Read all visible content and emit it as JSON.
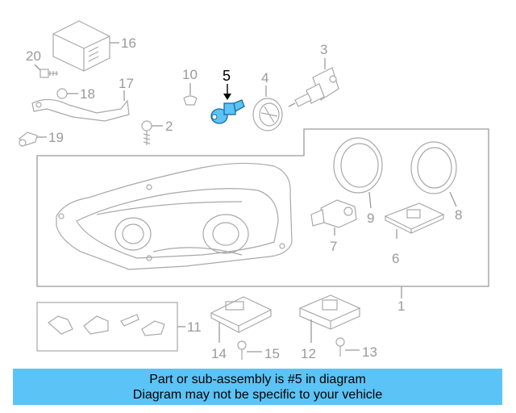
{
  "callouts": {
    "c1": "1",
    "c2": "2",
    "c3": "3",
    "c4": "4",
    "c5": "5",
    "c6": "6",
    "c7": "7",
    "c8": "8",
    "c9": "9",
    "c10": "10",
    "c11": "11",
    "c12": "12",
    "c13": "13",
    "c14": "14",
    "c15": "15",
    "c16": "16",
    "c17": "17",
    "c18": "18",
    "c19": "19",
    "c20": "20"
  },
  "highlighted_part": "5",
  "colors": {
    "highlight": "#5bc3f5",
    "line": "#9a9a9a",
    "banner": "#5bc3f5"
  },
  "banner": {
    "line1": "Part or sub-assembly is #5 in diagram",
    "line2": "Diagram may not be specific to your vehicle"
  }
}
